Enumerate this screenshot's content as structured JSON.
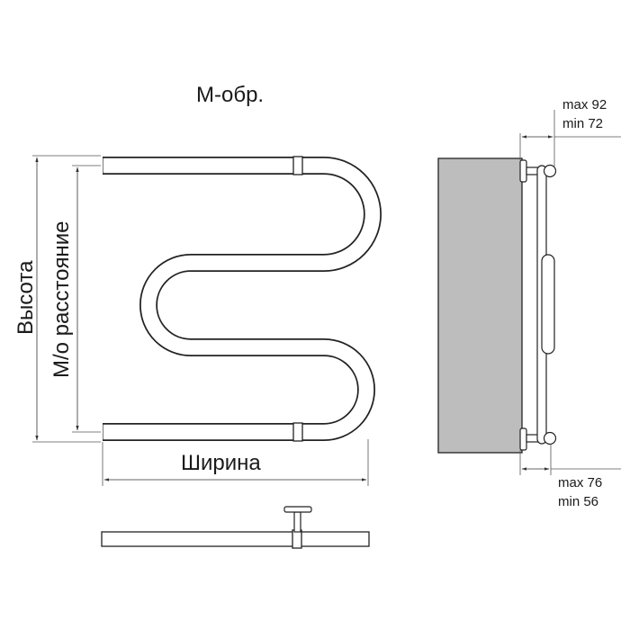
{
  "title": "М-обр.",
  "labels": {
    "height": "Высота",
    "center_distance": "М/о расстояние",
    "width": "Ширина"
  },
  "side_view": {
    "top_max": "max 92",
    "top_min": "min 72",
    "bottom_max": "max 76",
    "bottom_min": "min 56"
  },
  "colors": {
    "wall": "#bdbdbd",
    "stroke": "#222222"
  }
}
